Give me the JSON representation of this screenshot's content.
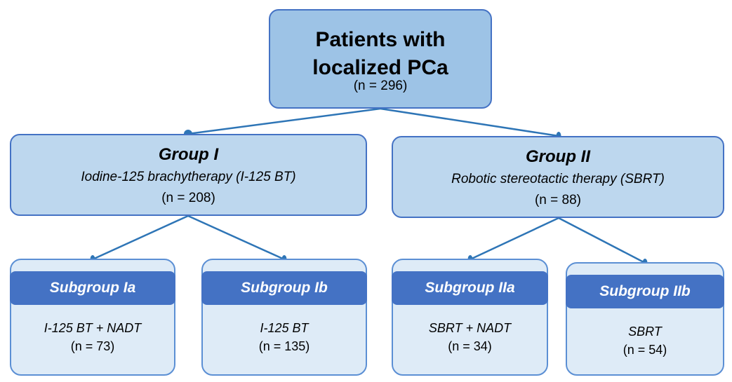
{
  "root": {
    "title_line1": "Patients with",
    "title_line2": "localized PCa",
    "n": "(n = 296)"
  },
  "groups": [
    {
      "title": "Group I",
      "subtitle": "Iodine-125 brachytherapy (I-125 BT)",
      "n": "(n = 208)"
    },
    {
      "title": "Group II",
      "subtitle": "Robotic stereotactic therapy (SBRT)",
      "n": "(n = 88)"
    }
  ],
  "subgroups": [
    {
      "title": "Subgroup Ia",
      "treatment": "I-125 BT + NADT",
      "n": "(n = 73)"
    },
    {
      "title": "Subgroup Ib",
      "treatment": "I-125 BT",
      "n": "(n = 135)"
    },
    {
      "title": "Subgroup IIa",
      "treatment": "SBRT + NADT",
      "n": "(n = 34)"
    },
    {
      "title": "Subgroup IIb",
      "treatment": "SBRT",
      "n": "(n = 54)"
    }
  ],
  "colors": {
    "root_fill": "#9dc3e6",
    "group_fill": "#bdd7ee",
    "subgroup_fill": "#deebf7",
    "header_fill": "#4472c4",
    "connector": "#2e75b6"
  }
}
